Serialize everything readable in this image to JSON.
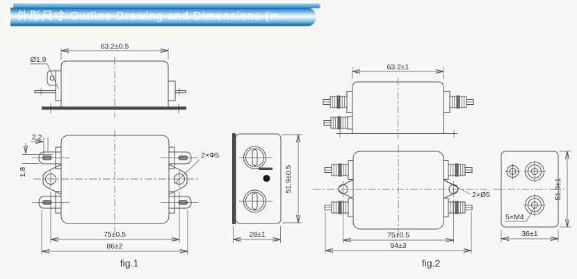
{
  "banner": {
    "title": "外形尺寸 Outline Drawing and Dimensions (m"
  },
  "fig1": {
    "caption": "fig.1",
    "labels": {
      "pin_diameter": "Ø1.9",
      "body_width": "63.2±0.5",
      "terminal_width": "2.2",
      "terminal_thickness": "1.8",
      "mounting_holes": "2×Φ5",
      "hole_pitch": "75±0.5",
      "overall_width": "86±2",
      "height": "51.9±0.5",
      "depth": "28±1"
    }
  },
  "fig2": {
    "caption": "fig.2",
    "labels": {
      "body_width": "63.2±1",
      "mounting_holes": "2×Ø5",
      "hole_pitch": "75±0.5",
      "overall_width": "94±3",
      "thread": "5×M4",
      "height": "51.9±1",
      "depth": "36±1"
    }
  }
}
